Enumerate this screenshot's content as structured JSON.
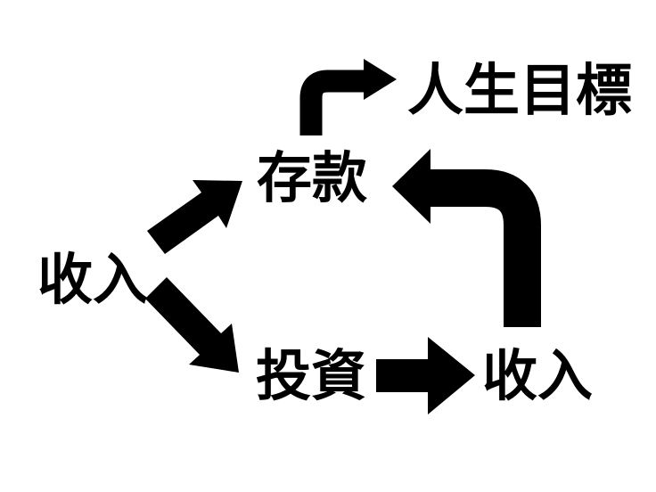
{
  "diagram": {
    "title": "income flow cycle diagram",
    "background_color": "#ffffff",
    "ink_color": "#000000",
    "nodes": {
      "income_left": "收入",
      "savings": "存款",
      "life_goals": "人生目標",
      "investment": "投資",
      "income_right": "收入"
    },
    "edges": [
      {
        "from": "收入",
        "to": "存款",
        "style": "thick diagonal arrow up-right"
      },
      {
        "from": "收入",
        "to": "投資",
        "style": "thick diagonal arrow down-right"
      },
      {
        "from": "存款",
        "to": "人生目標",
        "style": "elbow arrow up then right"
      },
      {
        "from": "投資",
        "to": "收入",
        "style": "thick horizontal arrow right"
      },
      {
        "from": "收入",
        "to": "存款",
        "style": "large curved arrow up then left"
      }
    ]
  }
}
